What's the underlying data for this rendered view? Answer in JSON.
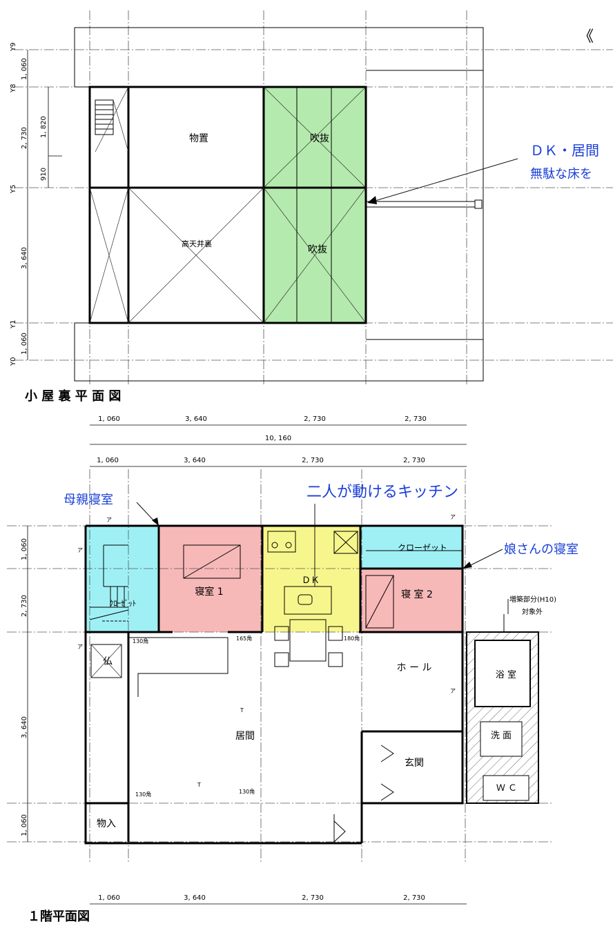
{
  "corner_mark": "《",
  "attic": {
    "title": "小 屋 裏 平 面 図",
    "rooms": {
      "storage": "物置",
      "fukinuke_top": "吹抜",
      "fukinuke_bottom": "吹抜",
      "high_ceiling": "高天井裏"
    },
    "callout_line1": "ＤＫ・居間",
    "callout_line2": "無駄な床を",
    "axis_labels": {
      "y9": "Y9",
      "y8": "Y8",
      "y5": "Y5",
      "y1": "Y1",
      "y0": "Y0"
    },
    "left_dims_outer": {
      "d1": "1, 060",
      "d2": "2, 730",
      "d3": "3, 640",
      "d4": "1, 060"
    },
    "left_dims_inner": {
      "d1": "1, 820",
      "d2": "910"
    },
    "bottom_dims": {
      "d1": "1, 060",
      "d2": "3, 640",
      "d3": "2, 730",
      "d4": "2, 730",
      "total": "10, 160"
    }
  },
  "ground": {
    "title": "１階平面図",
    "top_dims": {
      "d1": "1, 060",
      "d2": "3, 640",
      "d3": "2, 730",
      "d4": "2, 730"
    },
    "bottom_dims": {
      "d1": "1, 060",
      "d2": "3, 640",
      "d3": "2, 730",
      "d4": "2, 730"
    },
    "left_dims": {
      "d1": "1, 060",
      "d2": "2, 730",
      "d3": "3, 640",
      "d4": "1, 060"
    },
    "annotations": {
      "mother_room": "母親寝室",
      "kitchen": "二人が動けるキッチン",
      "daughter_room": "娘さんの寝室"
    },
    "rooms": {
      "closet_left": "ｸﾛｰｾﾞｯﾄ",
      "bedroom1": "寝室 1",
      "dk": "ＤＫ",
      "closet_right": "クローゼット",
      "bedroom2": "寝 室 2",
      "butsu": "仏",
      "hall": "ホ ー ル",
      "living": "居間",
      "entrance": "玄関",
      "bath": "浴 室",
      "washroom": "洗 面",
      "wc": "Ｗ Ｃ",
      "storage": "物入"
    },
    "extension_label1": "増築部分(H10)",
    "extension_label2": "対象外",
    "column_notes": {
      "c1": "130角",
      "c2": "165角",
      "c3": "180角",
      "c4": "130角",
      "c5": "130角"
    },
    "marks": {
      "a": "ア",
      "t": "T"
    }
  },
  "colors": {
    "fukinuke_green": "#a8e6a0",
    "closet_cyan": "#9ff0f5",
    "bedroom_pink": "#f7b8b8",
    "kitchen_yellow": "#f7f68c",
    "annotation_blue": "#1a3fd8"
  }
}
